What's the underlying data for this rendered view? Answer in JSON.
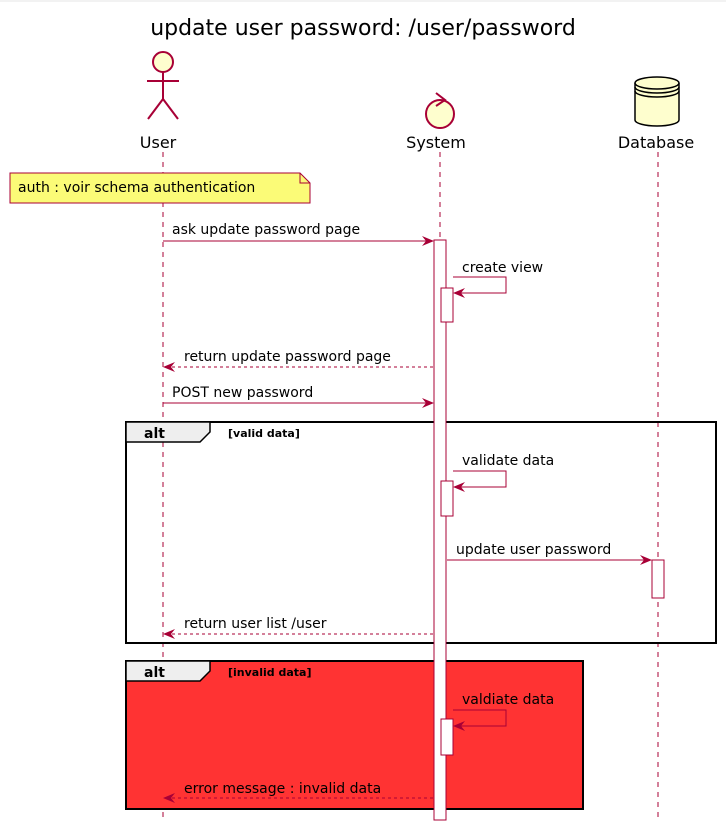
{
  "title": "update user password: /user/password",
  "colors": {
    "accent": "#A80036",
    "participant_fill": "#FEFECE",
    "note_fill": "#FBFB77",
    "invalid_fill": "#FF3333"
  },
  "participants": [
    {
      "name": "User",
      "kind": "actor",
      "icon": "actor-icon"
    },
    {
      "name": "System",
      "kind": "control",
      "icon": "control-icon"
    },
    {
      "name": "Database",
      "kind": "database",
      "icon": "database-icon"
    }
  ],
  "note": "auth : voir schema authentication",
  "messages": [
    {
      "label": "ask update password page",
      "from": "User",
      "to": "System",
      "style": "solid"
    },
    {
      "label": "create view",
      "from": "System",
      "to": "System",
      "style": "self"
    },
    {
      "label": "return update password page",
      "from": "System",
      "to": "User",
      "style": "dashed"
    },
    {
      "label": "POST new password",
      "from": "User",
      "to": "System",
      "style": "solid"
    },
    {
      "label": "validate data",
      "from": "System",
      "to": "System",
      "style": "self"
    },
    {
      "label": "update user password",
      "from": "System",
      "to": "Database",
      "style": "solid"
    },
    {
      "label": "return user list /user",
      "from": "System",
      "to": "User",
      "style": "dashed"
    },
    {
      "label": "valdiate data",
      "from": "System",
      "to": "System",
      "style": "self"
    },
    {
      "label": "error message : invalid data",
      "from": "System",
      "to": "User",
      "style": "dashed"
    }
  ],
  "fragments": [
    {
      "keyword": "alt",
      "guard": "[valid data]"
    },
    {
      "keyword": "alt",
      "guard": "[invalid data]"
    }
  ]
}
